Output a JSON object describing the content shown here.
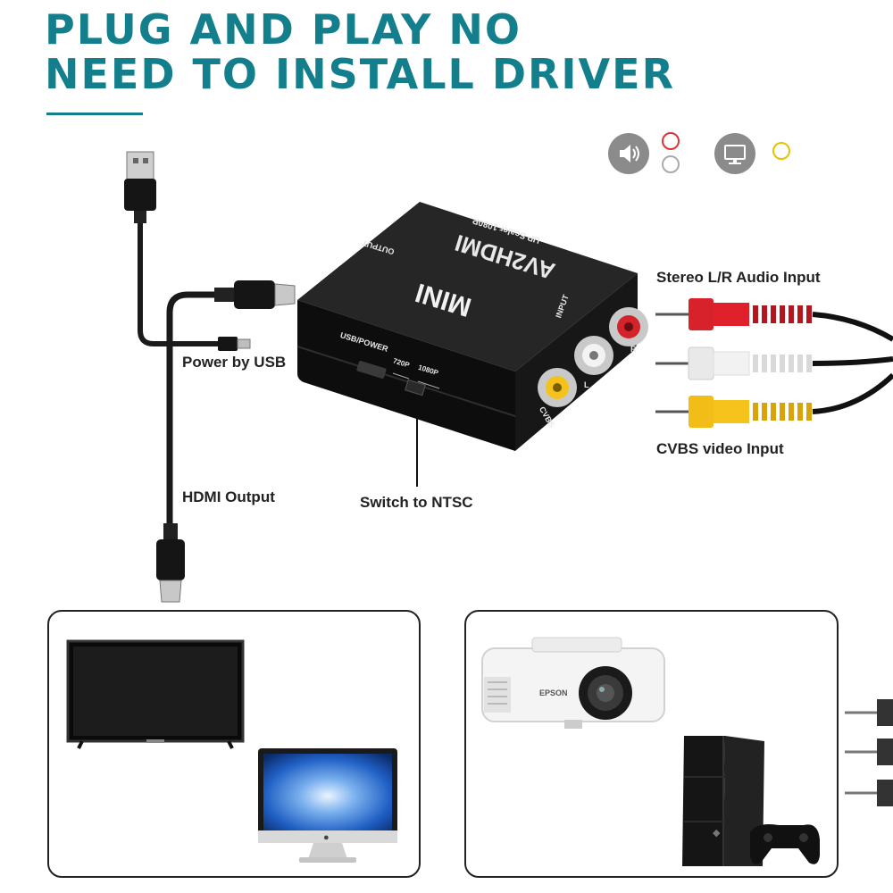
{
  "headline": {
    "line1": "PLUG AND PLAY NO",
    "line2": "NEED TO INSTALL DRIVER"
  },
  "callouts": {
    "power": "Power by USB",
    "hdmi": "HDMI Output",
    "switch": "Switch to NTSC",
    "audio": "Stereo L/R Audio Input",
    "video": "CVBS video Input"
  },
  "device": {
    "brand": "MINI",
    "model": "AV2HDMI",
    "subtitle": "UP Scaler 1080P",
    "output": "OUTPUT",
    "input": "INPUT",
    "usb_power": "USB/POWER",
    "res_720": "720P",
    "res_1080": "1080P",
    "port_r": "R",
    "port_l": "L",
    "cvbs": "CVBS"
  },
  "brands": {
    "projector": "EPSON"
  },
  "colors": {
    "heading": "#137f8d",
    "rca_red": "#e0202a",
    "rca_white": "#f2f2f2",
    "rca_yellow": "#f6c21c",
    "icon_grey": "#8b8b8b"
  },
  "icons": [
    "speaker-icon",
    "monitor-icon",
    "rca-red-ring-icon",
    "rca-white-ring-icon",
    "rca-yellow-ring-icon",
    "apple-logo-icon",
    "playstation-logo-icon"
  ]
}
